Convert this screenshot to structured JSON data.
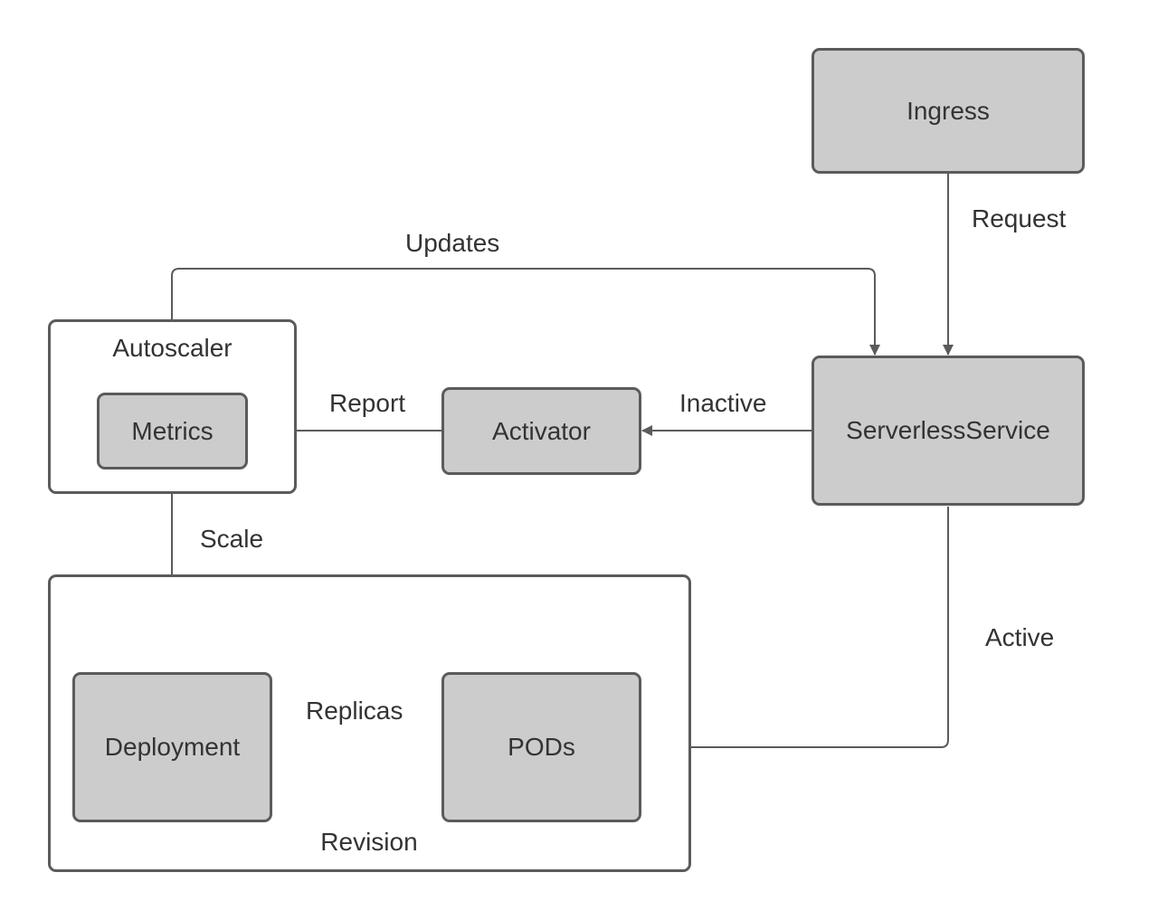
{
  "colors": {
    "node_fill": "#cccccc",
    "stroke": "#5b5b5b",
    "text": "#333333",
    "background": "#ffffff"
  },
  "groups": {
    "autoscaler": "Autoscaler",
    "revision": "Revision"
  },
  "nodes": {
    "ingress": "Ingress",
    "serverless_service": "ServerlessService",
    "activator": "Activator",
    "metrics": "Metrics",
    "deployment": "Deployment",
    "pods": "PODs"
  },
  "edges": {
    "request": "Request",
    "updates": "Updates",
    "inactive": "Inactive",
    "report": "Report",
    "scale": "Scale",
    "replicas": "Replicas",
    "active": "Active"
  }
}
